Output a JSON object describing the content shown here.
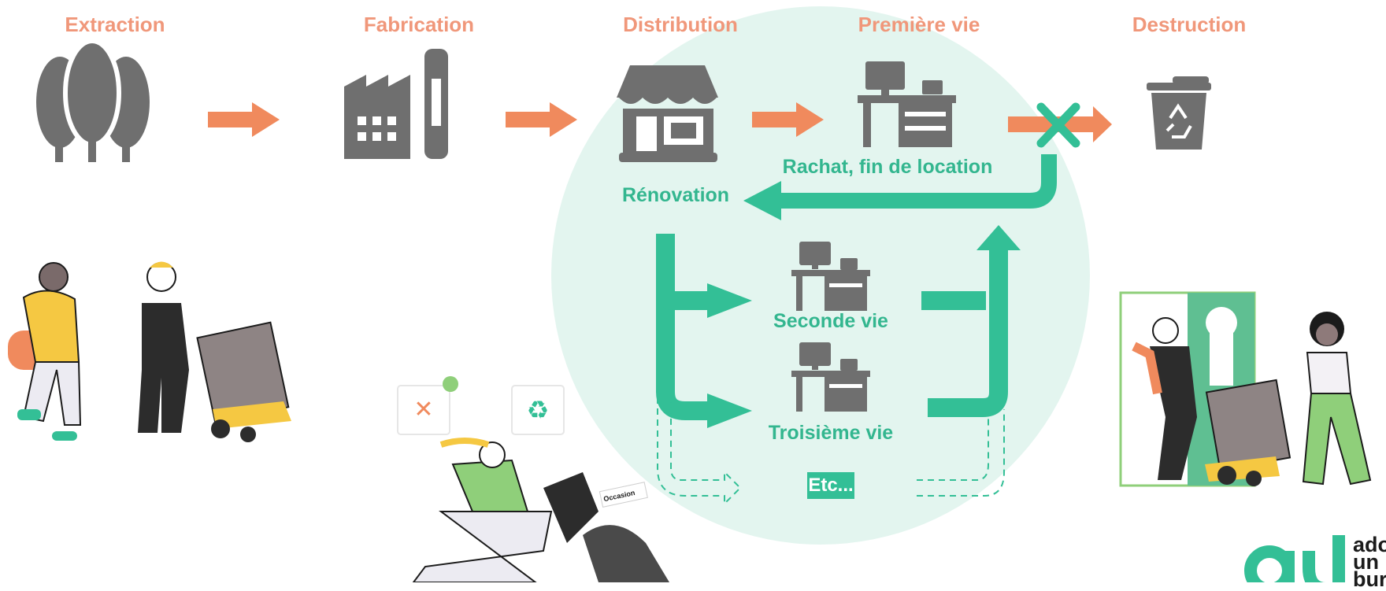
{
  "stages": [
    "Extraction",
    "Fabrication",
    "Distribution",
    "Première vie",
    "Destruction"
  ],
  "loop": {
    "buyback_label": "Rachat, fin de location",
    "renovation_label": "Rénovation",
    "second_life_label": "Seconde vie",
    "third_life_label": "Troisième vie",
    "etc_label": "Etc..."
  },
  "illustration": {
    "sticker_text": "Occasion"
  },
  "logo": {
    "mark": "aub",
    "lines": [
      "ado",
      "un",
      "bur"
    ]
  },
  "colors": {
    "orange": "#f08a5d",
    "green": "#33bf96",
    "circle": "#e3f5ef",
    "icon_gray": "#6f6f6f"
  }
}
